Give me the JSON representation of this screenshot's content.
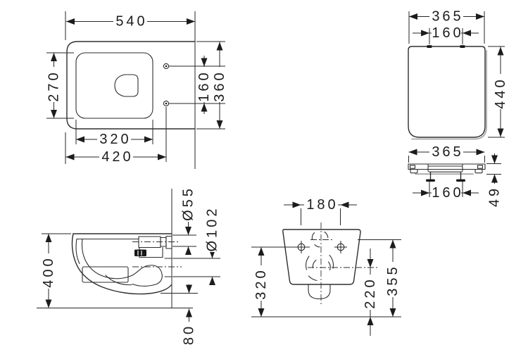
{
  "drawing": {
    "type": "technical-dimension-drawing",
    "subject": "wall-hung-toilet-with-seat",
    "colors": {
      "line": "#2e2e2e",
      "text": "#1c1c1c",
      "shadow": "#a9a9a9",
      "background": "#ffffff"
    },
    "views": {
      "toilet_top": {
        "dims": {
          "depth": "540",
          "bowl_width": "270",
          "fixing_hole_spacing": "160",
          "width": "360",
          "bowl_length": "320",
          "front_to_fixing_holes": "420"
        }
      },
      "seat_top": {
        "dims": {
          "width": "365",
          "hinge_spacing": "160",
          "length": "440"
        }
      },
      "seat_front": {
        "dims": {
          "width": "365",
          "bolt_spacing": "160",
          "height": "49"
        }
      },
      "toilet_side": {
        "dims": {
          "height": "400",
          "inlet_diameter": "Ø55",
          "outlet_diameter": "Ø102",
          "clearance_below": "80"
        }
      },
      "toilet_rear": {
        "dims": {
          "fixing_hole_spacing": "180",
          "fixing_hole_height": "320",
          "outlet_height": "220",
          "inlet_height": "355"
        }
      }
    }
  }
}
